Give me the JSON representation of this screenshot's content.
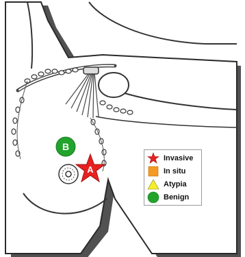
{
  "diagram": {
    "markers": [
      {
        "label": "A",
        "category": "Invasive",
        "shape": "star",
        "color": "#e82020"
      },
      {
        "label": "B",
        "category": "Benign",
        "shape": "circle",
        "color": "#21a32c"
      }
    ]
  },
  "legend": {
    "items": [
      {
        "label": "Invasive",
        "shape": "star",
        "color": "#e82020"
      },
      {
        "label": "In situ",
        "shape": "square",
        "color": "#f39b23"
      },
      {
        "label": "Atypia",
        "shape": "triangle",
        "color": "#f4ef2a"
      },
      {
        "label": "Benign",
        "shape": "circle",
        "color": "#21a32c"
      }
    ]
  }
}
